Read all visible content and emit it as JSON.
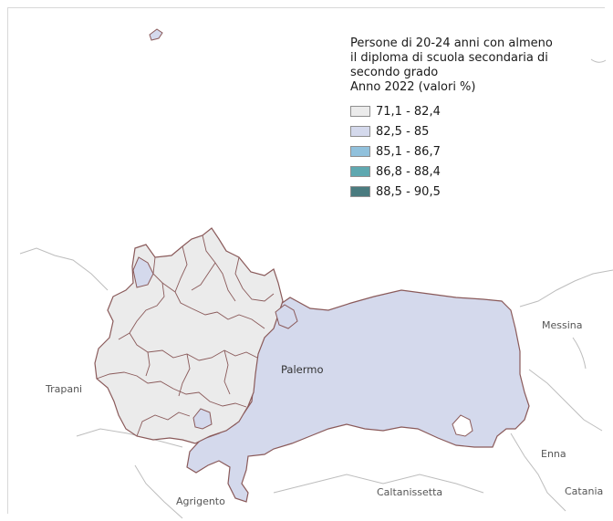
{
  "legend": {
    "title_lines": [
      "Persone di 20-24 anni con almeno",
      "il diploma di scuola secondaria di",
      "secondo grado",
      "Anno 2022 (valori %)"
    ],
    "classes": [
      {
        "label": "71,1 - 82,4",
        "color": "#ebebeb"
      },
      {
        "label": "82,5 - 85",
        "color": "#d4d9ec"
      },
      {
        "label": "85,1 - 86,7",
        "color": "#91c1dc"
      },
      {
        "label": "86,8 - 88,4",
        "color": "#5fa8b0"
      },
      {
        "label": "88,5 - 90,5",
        "color": "#4a7b7f"
      }
    ]
  },
  "places": {
    "trapani": "Trapani",
    "agrigento": "Agrigento",
    "palermo": "Palermo",
    "caltanissetta": "Caltanissetta",
    "messina": "Messina",
    "enna": "Enna",
    "catania": "Catania"
  },
  "colors": {
    "border": "#8a5a5a",
    "outside_line": "#b8b8b8"
  }
}
